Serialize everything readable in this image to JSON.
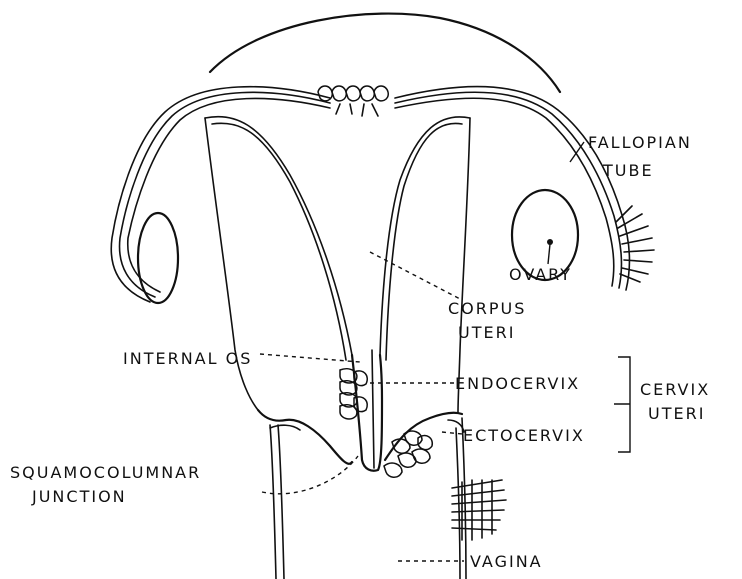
{
  "labels": {
    "fallopian_1": "FALLOPIAN",
    "fallopian_2": "TUBE",
    "ovary": "OVARY",
    "corpus_1": "CORPUS",
    "corpus_2": "UTERI",
    "internal_os": "INTERNAL OS",
    "endocervix": "ENDOCERVIX",
    "ectocervix": "ECTOCERVIX",
    "cervix_1": "CERVIX",
    "cervix_2": "UTERI",
    "squamo_1": "SQUAMOCOLUMNAR",
    "squamo_2": "JUNCTION",
    "vagina": "VAGINA"
  }
}
